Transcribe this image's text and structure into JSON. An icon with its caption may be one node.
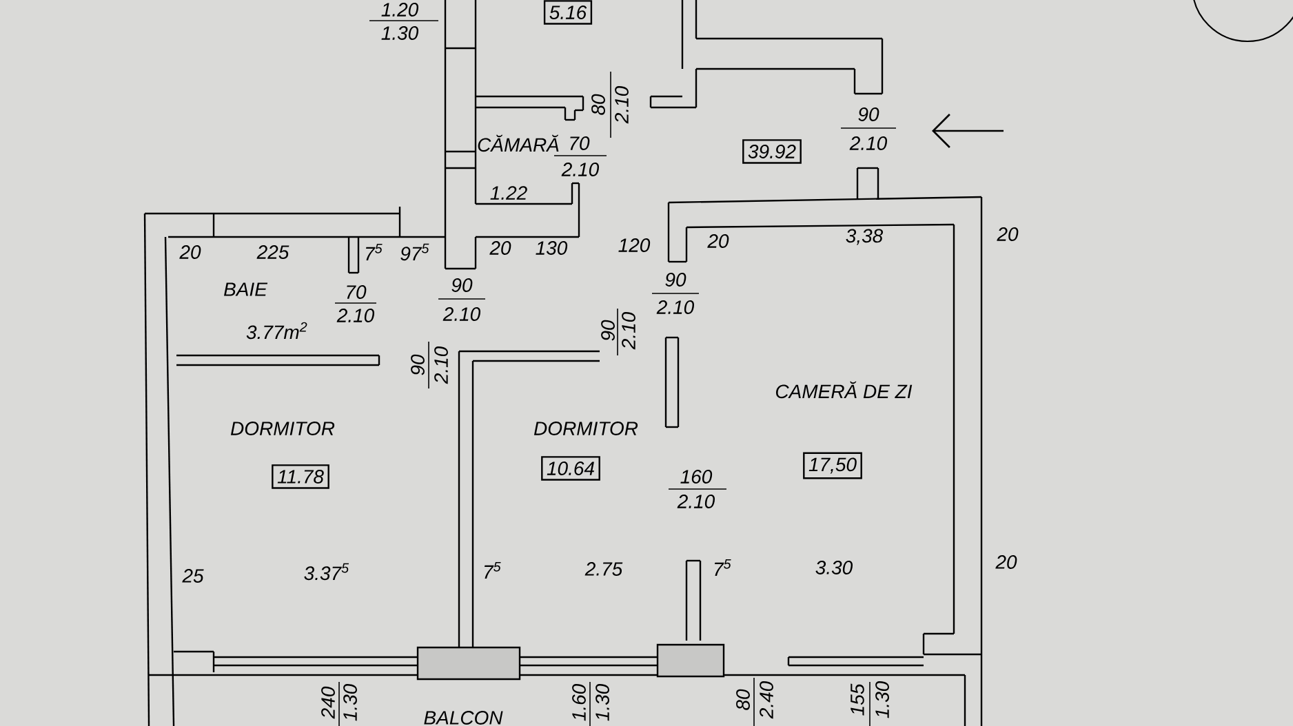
{
  "diagram": {
    "nodes": [
      {
        "text": [
          "5.16"
        ]
      },
      {
        "text": [
          "39.92"
        ]
      },
      {
        "text": [
          "11.78"
        ]
      },
      {
        "text": [
          "10.64"
        ]
      },
      {
        "text": [
          "17,50"
        ]
      }
    ],
    "labels": [
      "1.20",
      "1.30",
      "CĂMARĂ",
      "70",
      "2.10",
      "80",
      "2.10",
      "90",
      "2.10",
      "1.22",
      "20",
      "225",
      "7$^{5}$",
      "97$^{5}$",
      "20",
      "130",
      "120",
      "20",
      "3,38",
      "20",
      "BAIE",
      "70",
      "2.10",
      "3.77m$^{2}$",
      "90",
      "2.10",
      "90",
      "2.10",
      "90",
      "2.10",
      "90",
      "2.10",
      "DORMITOR",
      "DORMITOR",
      "CAMERĂ DE ZI",
      "160",
      "2.10",
      "25",
      "3.37$^{5}$",
      "7$^{5}$",
      "2.75",
      "7$^{5}$",
      "3.30",
      "20",
      "240",
      "1.30",
      "1.60",
      "1.30",
      "80",
      "2.40",
      "155",
      "1.30",
      "BALCON"
    ]
  }
}
